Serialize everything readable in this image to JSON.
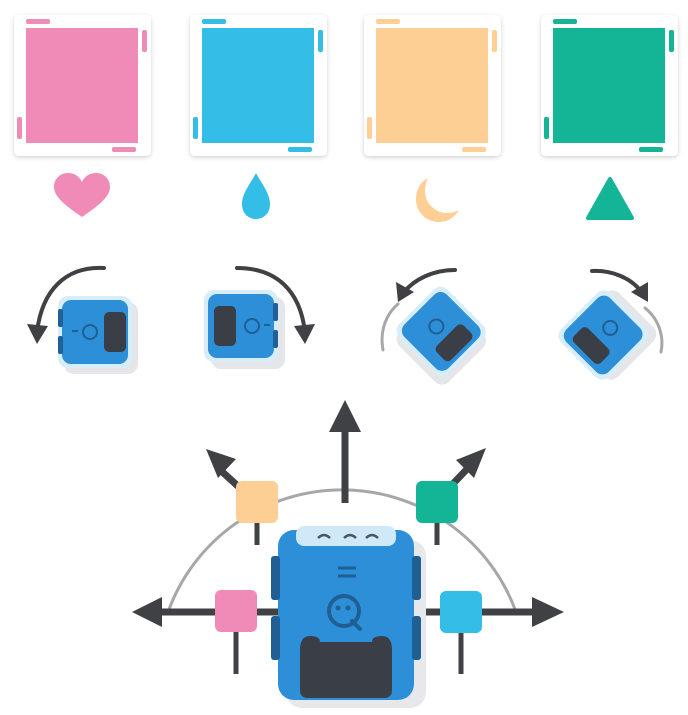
{
  "colors": {
    "pink": "#f08bb8",
    "blue": "#34bde6",
    "orange": "#fdcf95",
    "green": "#14b496",
    "robot_blue": "#2c8fd8",
    "robot_dark": "#3a3f47",
    "arrow": "#3f4145",
    "arc": "#a7a7a7"
  },
  "cards": [
    {
      "color": "pink",
      "symbol": "heart-icon"
    },
    {
      "color": "blue",
      "symbol": "drop-icon"
    },
    {
      "color": "orange",
      "symbol": "moon-icon"
    },
    {
      "color": "green",
      "symbol": "triangle-icon"
    }
  ],
  "rotations": [
    {
      "direction": "counter-clockwise",
      "angle": 90
    },
    {
      "direction": "clockwise",
      "angle": 90
    },
    {
      "direction": "counter-clockwise",
      "angle": 45
    },
    {
      "direction": "clockwise",
      "angle": 45
    }
  ],
  "movement_directions": [
    {
      "direction": "forward",
      "marker_color": null
    },
    {
      "direction": "left",
      "marker_color": "pink"
    },
    {
      "direction": "forward-left",
      "marker_color": "orange"
    },
    {
      "direction": "forward-right",
      "marker_color": "green"
    },
    {
      "direction": "right",
      "marker_color": "blue"
    }
  ]
}
